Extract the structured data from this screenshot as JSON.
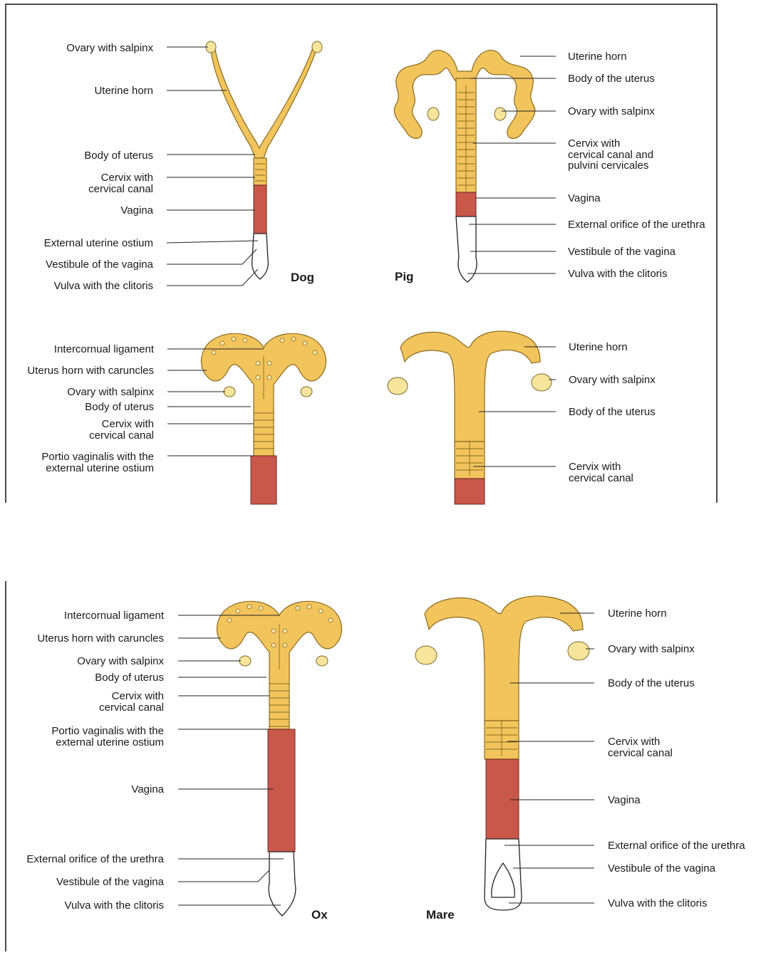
{
  "dog": {
    "species": "Dog",
    "labels": [
      "Ovary with salpinx",
      "Uterine horn",
      "Body of uterus",
      "Cervix with",
      "cervical canal",
      "Vagina",
      "External uterine ostium",
      "Vestibule of the vagina",
      "Vulva with the clitoris"
    ]
  },
  "pig": {
    "species": "Pig",
    "labels": [
      "Uterine horn",
      "Body of the uterus",
      "Ovary with salpinx",
      "Cervix with",
      "cervical canal and",
      "pulvini cervicales",
      "Vagina",
      "External orifice of the urethra",
      "Vestibule of the vagina",
      "Vulva with the clitoris"
    ]
  },
  "ox_partial": {
    "labels": [
      "Intercornual ligament",
      "Uterus horn with caruncles",
      "Ovary with salpinx",
      "Body of uterus",
      "Cervix with",
      "cervical canal",
      "Portio vaginalis with the",
      "external uterine ostium"
    ]
  },
  "mare_partial": {
    "labels": [
      "Uterine horn",
      "Ovary with salpinx",
      "Body of the uterus",
      "Cervix with",
      "cervical canal"
    ]
  },
  "ox": {
    "species": "Ox",
    "labels": [
      "Intercornual ligament",
      "Uterus horn with caruncles",
      "Ovary with salpinx",
      "Body of uterus",
      "Cervix with",
      "cervical canal",
      "Portio vaginalis with the",
      "external uterine ostium",
      "Vagina",
      "External orifice of the urethra",
      "Vestibule of the vagina",
      "Vulva with the clitoris"
    ]
  },
  "mare": {
    "species": "Mare",
    "labels": [
      "Uterine horn",
      "Ovary with salpinx",
      "Body of the uterus",
      "Cervix with",
      "cervical canal",
      "Vagina",
      "External orifice of the urethra",
      "Vestibule of the vagina",
      "Vulva with the clitoris"
    ]
  },
  "colors": {
    "uterus": "#f2c45c",
    "vagina": "#c9574a",
    "ovary": "#f7e59c"
  }
}
